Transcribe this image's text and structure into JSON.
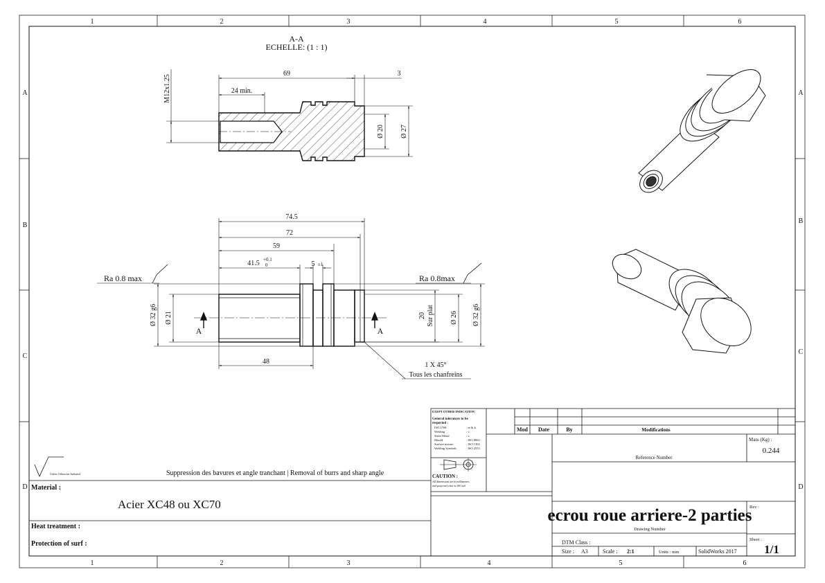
{
  "sheet": {
    "zones_top": [
      "1",
      "2",
      "3",
      "4",
      "5",
      "6"
    ],
    "zones_bottom": [
      "1",
      "2",
      "3",
      "4",
      "5",
      "6"
    ],
    "rows": [
      "A",
      "B",
      "C",
      "D"
    ]
  },
  "section_view": {
    "name": "A-A",
    "scale": "ECHELLE: (1 : 1)"
  },
  "dims_section": {
    "d69": "69",
    "d3": "3",
    "d24": "24 min.",
    "thread": "M12x1.25",
    "d20": "Ø 20",
    "d27": "Ø 27"
  },
  "dims_main": {
    "d745": "74.5",
    "d72": "72",
    "d59": "59",
    "d415": "41.5",
    "tol_plus": "+0.1",
    "tol_zero": "0",
    "d5": "5",
    "tol5": "±1",
    "d48": "48",
    "ra_left": "Ra 0.8 max",
    "ra_right": "Ra 0.8max",
    "d32_left": "Ø 32 g6",
    "d21": "Ø 21",
    "d20_flat": "20",
    "flat": "Sur plat",
    "d26": "Ø 26",
    "d32_right": "Ø 32 g6",
    "cut_a": "A",
    "chamfer": "1 X 45°",
    "chamfer_note": "Tous les chanfreins"
  },
  "title_block": {
    "unless": "Unless Otherwise Indicated",
    "deburr": "Suppression des bavures et angle tranchant | Removal of burrs and sharp angle",
    "material_label": "Material :",
    "material": "Acier XC48 ou XC70",
    "heat_label": "Heat treatment :",
    "protection_label": "Protection of surf :",
    "except": "EXEPT OTHER INDICATION",
    "general_tol_1": "General tolerances to be",
    "general_tol_2": "respected :",
    "tol_rows": [
      {
        "k": "ISO 2768",
        "v": ": m & k"
      },
      {
        "k": "Welding",
        "v": ": v"
      },
      {
        "k": "Sheet Metal",
        "v": ": v"
      },
      {
        "k": "Mould",
        "v": ": ISO 8062"
      },
      {
        "k": "Surface texture",
        "v": ": ISO 1302"
      },
      {
        "k": "Welding Symbols",
        "v": ": ISO 2553"
      }
    ],
    "caution": "CAUTION :",
    "caution_1": "All dimensions are in millimeters",
    "caution_2": "and projected view in ISO std",
    "mod": "Mod",
    "date": "Date",
    "by": "By",
    "modifications": "Modifications",
    "mass_label": "Mass (Kg) :",
    "mass": "0.244",
    "reference": "Reference Number",
    "title": "ecrou roue arriere-2 parties",
    "drawing_number": "Drawing Number",
    "rev": "Rev :",
    "dtm": "DTM Class :",
    "size_label": "Size :",
    "size": "A3",
    "scale_label": "Scale :",
    "scale": "2:1",
    "units": "Units : mm",
    "software": "SolidWorks 2017",
    "sheet_label": "Sheet :",
    "sheet": "1/1"
  }
}
